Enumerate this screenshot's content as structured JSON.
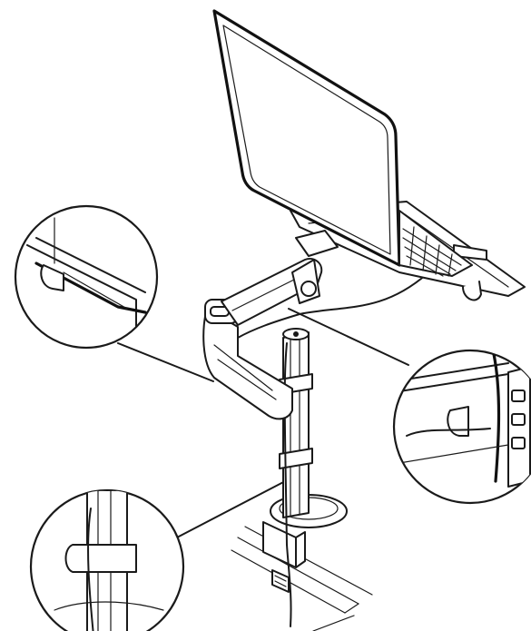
{
  "figure": {
    "subject": "laptop-arm-cable-management",
    "colors": {
      "line": "#1a1a1a",
      "background": "#ffffff"
    },
    "icons": [
      "laptop-icon",
      "monitor-arm-icon",
      "desk-clamp-icon",
      "cable-clip-icon"
    ],
    "callouts": [
      {
        "id": "tray-detail"
      },
      {
        "id": "clip-detail"
      },
      {
        "id": "pole-detail"
      }
    ]
  }
}
